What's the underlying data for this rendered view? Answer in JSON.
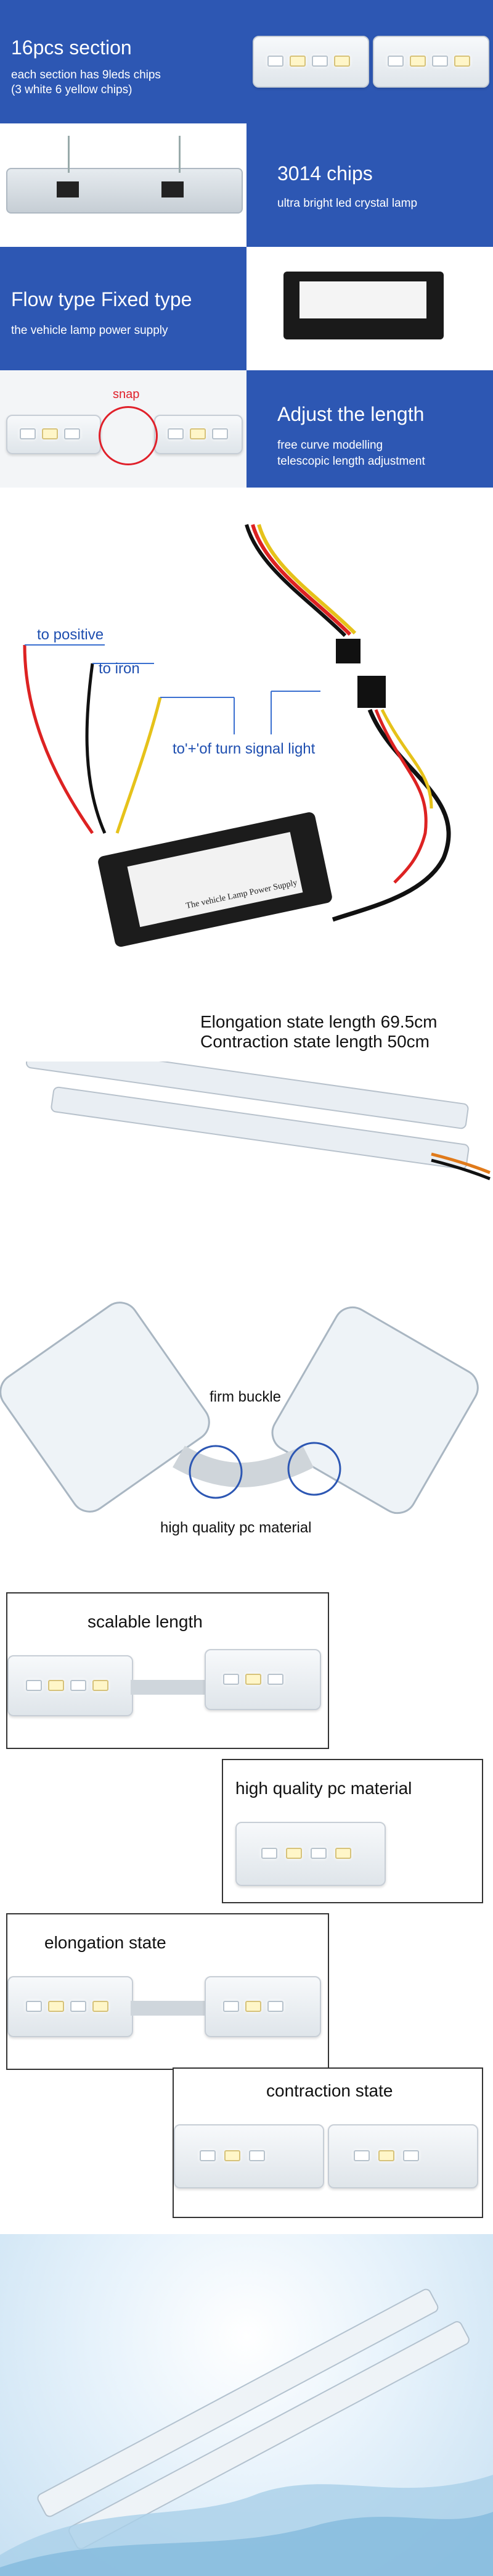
{
  "panels": {
    "p1": {
      "title": "16pcs section",
      "sub_line1": "each section has 9leds chips",
      "sub_line2": "(3 white 6 yellow chips)"
    },
    "p2": {
      "title": "3014 chips",
      "sub": "ultra bright led crystal lamp"
    },
    "p3": {
      "title": "Flow type Fixed type",
      "sub": "the vehicle lamp power supply"
    },
    "p4": {
      "title": "Adjust the length",
      "sub_line1": "free curve modelling",
      "sub_line2": "telescopic length adjustment",
      "snap": "snap"
    }
  },
  "wiring": {
    "to_positive": "to positive",
    "to_iron": "to iron",
    "to_turn_signal": "to'+'of turn signal light",
    "box_title": "The vehicle Lamp Power Supply"
  },
  "length": {
    "line1": "Elongation state length 69.5cm",
    "line2": "Contraction state length 50cm"
  },
  "buckle": {
    "firm": "firm buckle",
    "material": "high quality pc material"
  },
  "states": {
    "scalable": "scalable length",
    "material": "high quality pc material",
    "elongation": "elongation state",
    "contraction": "contraction state"
  },
  "colors": {
    "panel_blue": "#2d57b3",
    "snap_red": "#e0202a",
    "label_blue": "#1f4fb0"
  }
}
